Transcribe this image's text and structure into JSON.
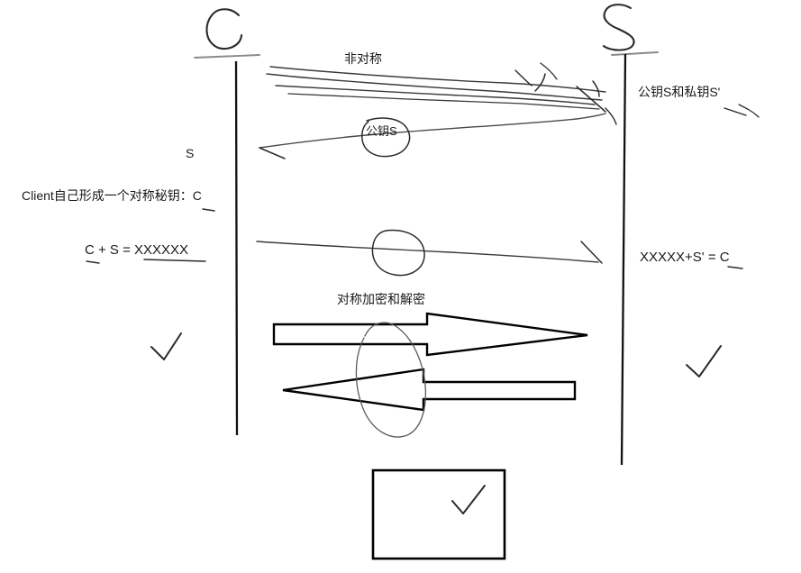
{
  "diagram": {
    "title": "Client-Server key exchange whiteboard sketch",
    "style": "hand-drawn whiteboard sketch",
    "ink_color": "#1a1a1a",
    "background_color": "#ffffff"
  },
  "columns": {
    "left": {
      "header": "C",
      "header_meaning": "Client"
    },
    "right": {
      "header": "S",
      "header_meaning": "Server"
    }
  },
  "labels": {
    "asymmetric": "非对称",
    "public_key_circled": "公钥S",
    "server_keys": "公钥S和私钥S'",
    "client_s": "S",
    "client_make_key": "Client自己形成一个对称秘钥：C",
    "client_encrypt": "C + S = XXXXXX",
    "server_decrypt": "XXXXX+S' = C",
    "symmetric": "对称加密和解密"
  },
  "marks": {
    "check_left": "check-mark",
    "check_right": "check-mark",
    "check_box": "check-mark",
    "circle_public_key": "hand-drawn-ellipse",
    "circle_payload": "hand-drawn-circle",
    "circle_arrows": "hand-drawn-ellipse"
  },
  "arrows": {
    "top_asymmetric_direction": "left-to-right",
    "public_key_direction": "right-to-left",
    "payload_direction": "left-to-right",
    "block_arrow_top_direction": "right",
    "block_arrow_bottom_direction": "left"
  },
  "bottom_box": {
    "content": "check-mark",
    "border_color": "#000000"
  }
}
